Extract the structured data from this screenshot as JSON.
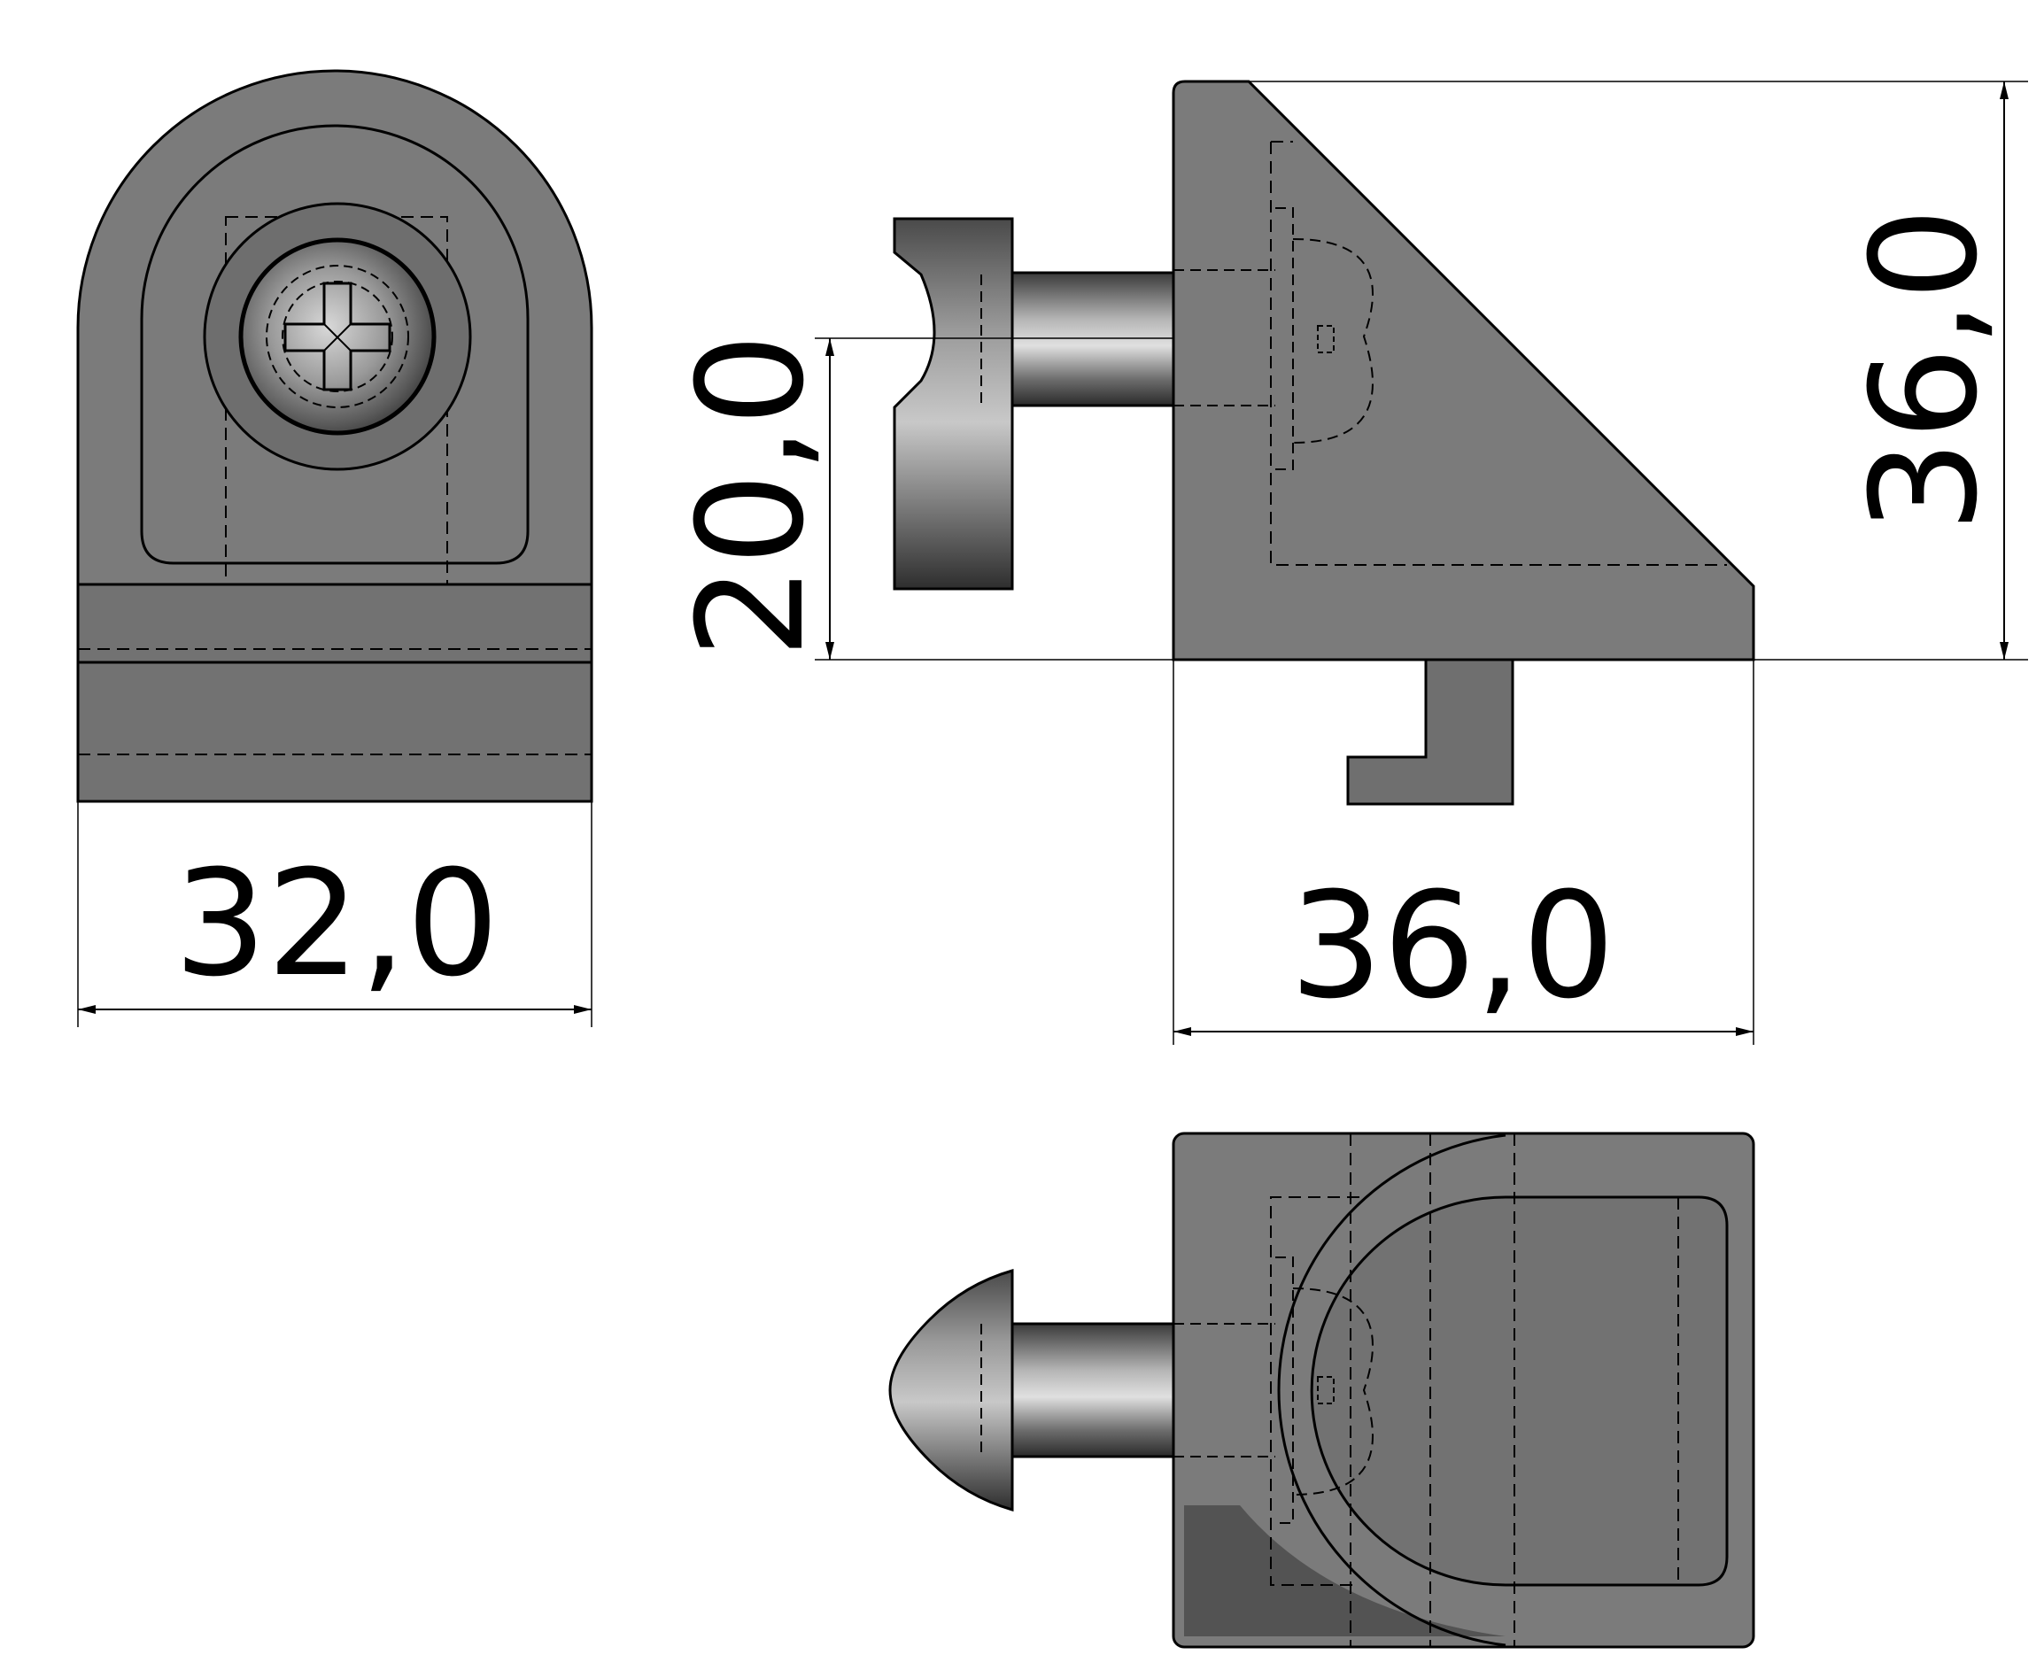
{
  "dimensions": {
    "front_width": "32,0",
    "side_width": "36,0",
    "side_height": "36,0",
    "bolt_height": "20,0"
  },
  "colors": {
    "part_fill": "#7b7b7b",
    "part_dark": "#5e5e5e",
    "part_light": "#8f8f8f",
    "outline": "#000000",
    "dim_line": "#000000",
    "background": "#ffffff"
  }
}
